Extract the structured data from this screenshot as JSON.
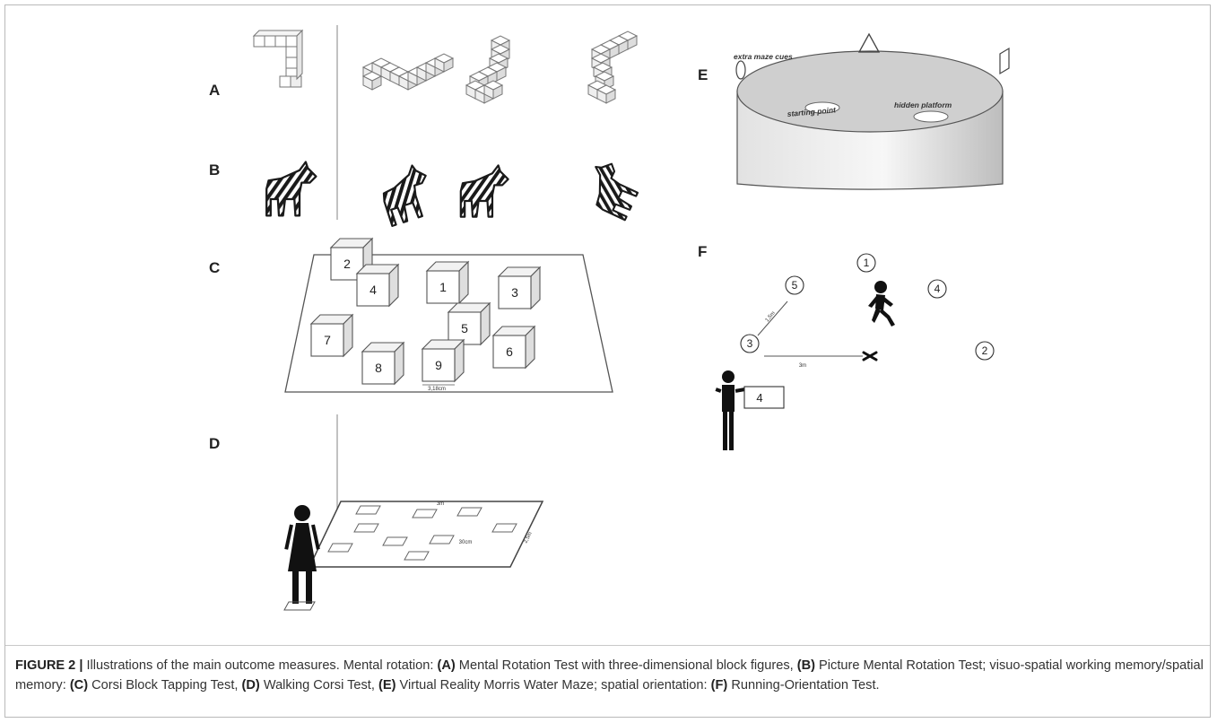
{
  "figure": {
    "panels": {
      "a": "A",
      "b": "B",
      "c": "C",
      "d": "D",
      "e": "E",
      "f": "F"
    },
    "panel_c": {
      "block_numbers": [
        "2",
        "4",
        "1",
        "3",
        "5",
        "7",
        "8",
        "9",
        "6"
      ],
      "dimension_label": "3,18cm"
    },
    "panel_d": {
      "width_label": "3m",
      "spacing_label": "30cm",
      "depth_label": "2,5m"
    },
    "panel_e": {
      "extra_cues_label": "extra maze cues",
      "starting_point_label": "starting point",
      "hidden_platform_label": "hidden platform"
    },
    "panel_f": {
      "circle_numbers": [
        "1",
        "5",
        "4",
        "3",
        "2"
      ],
      "diagonal_label": "1,5m",
      "horizontal_label": "3m",
      "card_number": "4"
    }
  },
  "caption": {
    "label": "FIGURE 2 |",
    "t1": " Illustrations of the main outcome measures. Mental rotation: ",
    "a": "(A)",
    "t2": " Mental Rotation Test with three-dimensional block figures, ",
    "b": "(B)",
    "t3": " Picture Mental Rotation Test; visuo-spatial working memory/spatial memory: ",
    "c": "(C)",
    "t4": " Corsi Block Tapping Test, ",
    "d": "(D)",
    "t5": " Walking Corsi Test, ",
    "e": "(E)",
    "t6": " Virtual Reality Morris Water Maze; spatial orientation: ",
    "f": "(F)",
    "t7": " Running-Orientation Test."
  }
}
